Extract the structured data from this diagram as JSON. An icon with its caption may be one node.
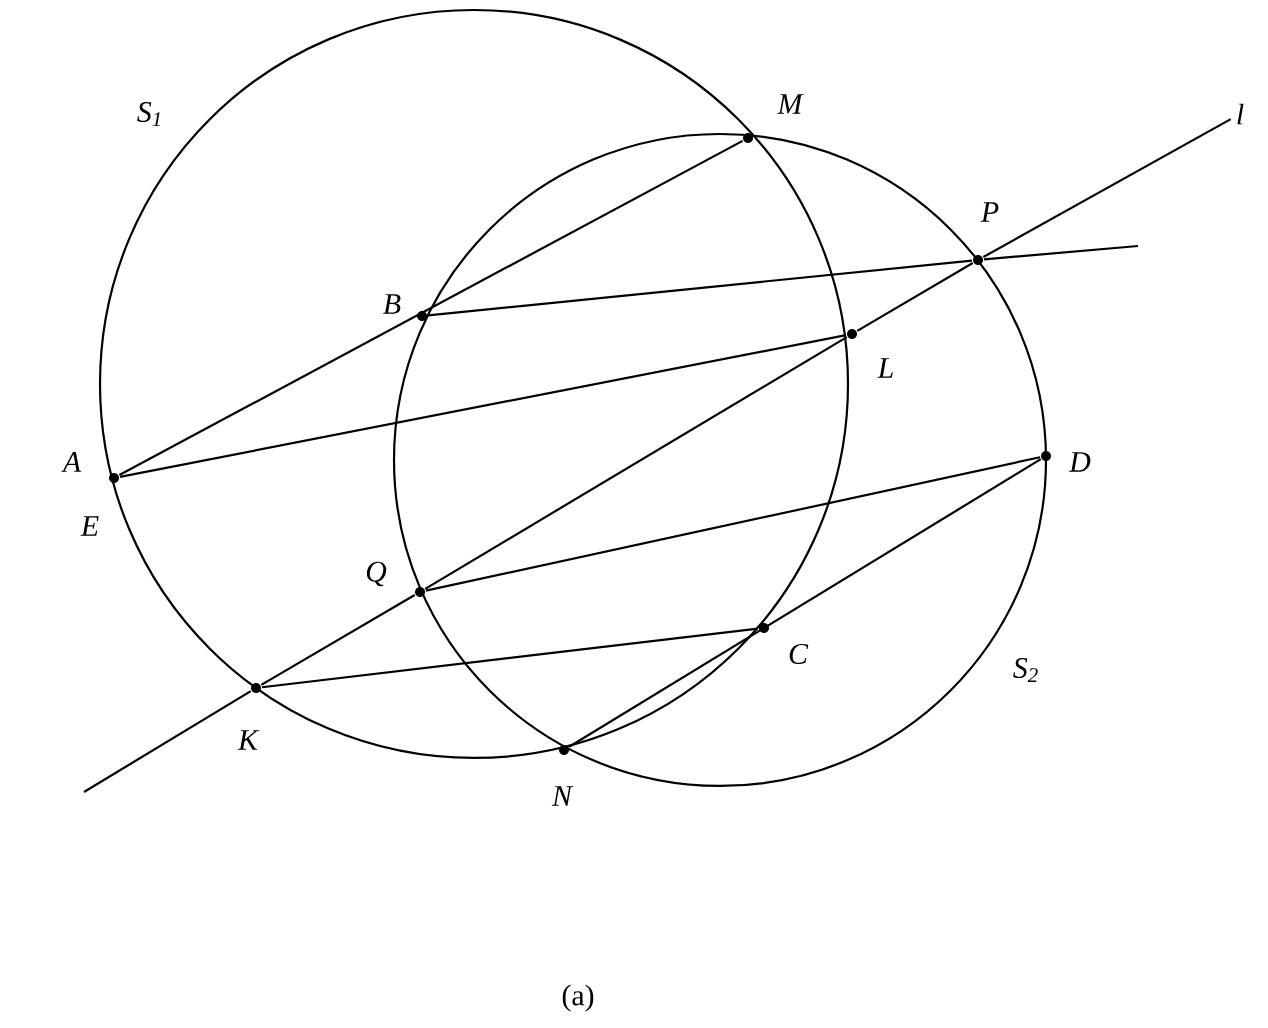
{
  "diagram": {
    "caption": "(a)",
    "nodes": [
      {
        "text": [
          "M"
        ]
      },
      {
        "text": [
          "l"
        ]
      },
      {
        "text": [
          "P"
        ]
      },
      {
        "text": [
          "B"
        ]
      },
      {
        "text": [
          "L"
        ]
      },
      {
        "text": [
          "A",
          "E"
        ]
      },
      {
        "text": [
          "D"
        ]
      },
      {
        "text": [
          "Q"
        ]
      },
      {
        "text": [
          "C"
        ]
      },
      {
        "text": [
          "K"
        ]
      },
      {
        "text": [
          "N"
        ]
      }
    ],
    "edges": [
      {
        "from": 5,
        "to": 0,
        "arrow": "none"
      },
      {
        "from": 3,
        "to": 2,
        "arrow": "none"
      },
      {
        "from": 2,
        "to": null,
        "arrow": "none"
      },
      {
        "from": 5,
        "to": 4,
        "arrow": "none"
      },
      {
        "from": 7,
        "to": 6,
        "arrow": "none"
      },
      {
        "from": 9,
        "to": 8,
        "arrow": "none"
      },
      {
        "from": 10,
        "to": 6,
        "arrow": "none"
      },
      {
        "from": null,
        "to": 9,
        "arrow": "none"
      },
      {
        "from": 9,
        "to": 7,
        "arrow": "none"
      },
      {
        "from": 7,
        "to": 4,
        "arrow": "none"
      },
      {
        "from": 4,
        "to": 2,
        "arrow": "none"
      },
      {
        "from": 2,
        "to": 1,
        "arrow": "none"
      }
    ],
    "labels": [
      "S$_{1}$",
      "S$_{2}$"
    ]
  }
}
